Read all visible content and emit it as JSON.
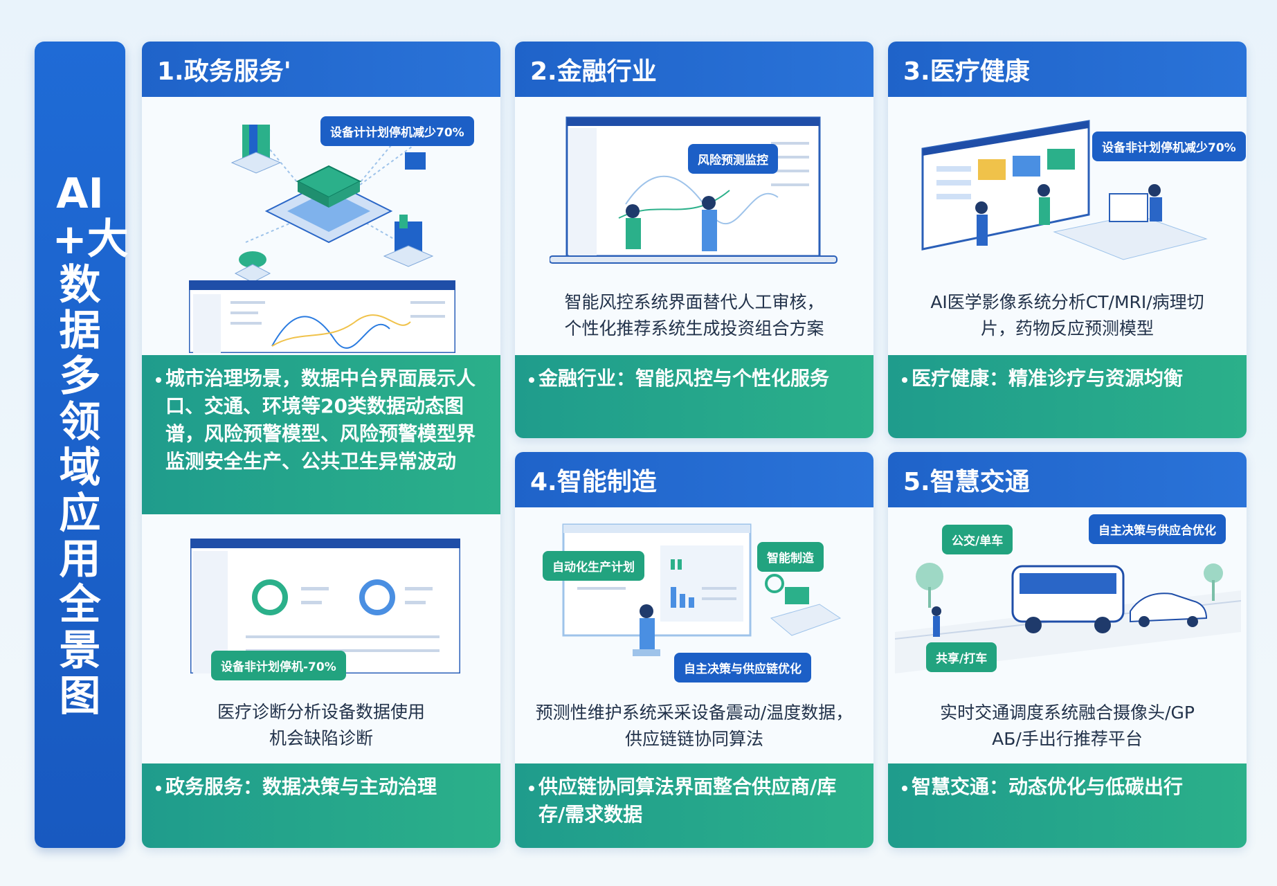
{
  "side_title": "AI+大数据多领域应用全景图",
  "panels": {
    "p1": {
      "header": "1.政务服务'",
      "bubble_top": "设备计计划停机减少70%",
      "band": "城市治理场景，数据中台界面展示人口、交通、环境等20类数据动态图谱，风险预警模型、风险预警模型界监测安全生产、公共卫生异常波动",
      "bubble_bottom": "设备非计划停机-70%",
      "caption": "医疗诊断分析设备数据使用机会缺陷诊断",
      "footer": "政务服务：数据决策与主动治理"
    },
    "p2": {
      "header": "2.金融行业",
      "bubble": "风险预测监控",
      "caption_line1": "智能风控系统界面替代人工审核，",
      "caption_line2": "个性化推荐系统生成投资组合方案",
      "band": "金融行业：智能风控与个性化服务"
    },
    "p3": {
      "header": "3.医疗健康",
      "bubble": "设备非计划停机减少70%",
      "caption_line1": "AI医学影像系统分析CT/MRI/病理切",
      "caption_line2": "片，药物反应预测模型",
      "band": "医疗健康：精准诊疗与资源均衡"
    },
    "p4": {
      "header": "4.智能制造",
      "bubble_left": "自动化生产计划",
      "bubble_right": "智能制造",
      "bubble_bottom": "自主决策与供应链优化",
      "caption_line1": "预测性维护系统采采设备震动/温度数据，",
      "caption_line2": "供应链链协同算法",
      "band": "供应链协同算法界面整合供应商/库存/需求数据"
    },
    "p5": {
      "header": "5.智慧交通",
      "bubble_left": "公交/单车",
      "bubble_right": "自主决策与供应合优化",
      "bubble_bottom": "共享/打车",
      "caption_line1": "实时交通调度系统融合摄像头/GP",
      "caption_line2": "AБ/手出行推荐平台",
      "band": "智慧交通：动态优化与低碳出行"
    }
  },
  "colors": {
    "header_blue": "#1f63c9",
    "band_green": "#22a37f",
    "side_blue": "#1f6bd6"
  }
}
